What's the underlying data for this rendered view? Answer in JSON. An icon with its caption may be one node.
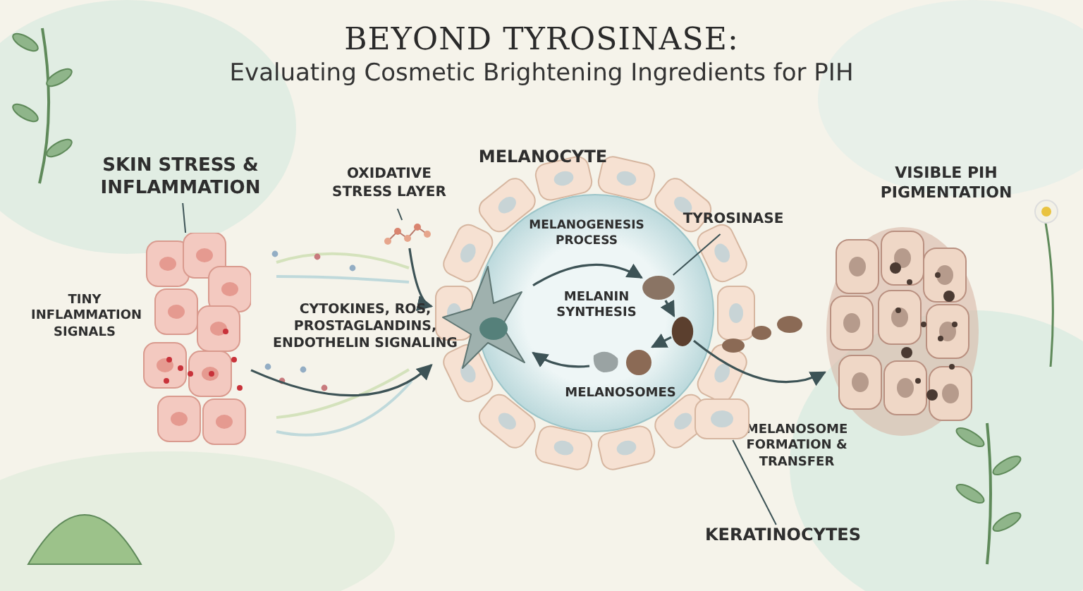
{
  "diagram": {
    "title": "BEYOND TYROSINASE:",
    "nodes": [
      {
        "text": [
          "SKIN STRESS & INFLAMMATION"
        ]
      },
      {
        "text": [],
        "shape": "picture",
        "beside": [
          "TINY INFLAMMATION SIGNALS"
        ]
      },
      {
        "text": [
          "OXIDATIVE STRESS LAYER"
        ]
      },
      {
        "text": [],
        "shape": "picture"
      },
      {
        "text": [],
        "shape": "picture"
      },
      {
        "text": [
          "TYROSINASE"
        ]
      },
      {
        "text": [],
        "shape": "circle"
      },
      {
        "text": [
          "KERATINOCYTES"
        ]
      },
      {
        "text": [],
        "shape": "picture"
      },
      {
        "text": [],
        "shape": "picture"
      },
      {
        "text": [],
        "shape": "circle"
      },
      {
        "text": [],
        "shape": "picture"
      }
    ],
    "edges": [
      {
        "from": 0,
        "to": 1,
        "arrow": "none"
      },
      {
        "from": 2,
        "to": 3,
        "arrow": "none"
      },
      {
        "from": 1,
        "to": 4,
        "arrow": "to"
      },
      {
        "from": 3,
        "to": 4,
        "arrow": "to"
      },
      {
        "from": 4,
        "to": 6,
        "arrow": "to"
      },
      {
        "from": 6,
        "to": 10,
        "arrow": "to"
      },
      {
        "from": 10,
        "to": 11,
        "arrow": "to"
      },
      {
        "from": 11,
        "to": 4,
        "arrow": "to"
      },
      {
        "from": 10,
        "to": 9,
        "arrow": "to"
      },
      {
        "from": 5,
        "to": 6,
        "arrow": "none"
      },
      {
        "from": 7,
        "to": 8,
        "arrow": "none"
      }
    ],
    "labels": [
      "Evaluating Cosmetic Brightening Ingredients for PIH",
      "CYTOKINES, ROS, PROSTAGLANDINS, ENDOTHELIN SIGNALING",
      "MELANOCYTE",
      "MELANOGENESIS PROCESS",
      "MELANIN SYNTHESIS",
      "MELANOSOMES",
      "MELANOSOME FORMATION & TRANSFER",
      "VISIBLE PIH PIGMENTATION"
    ]
  }
}
